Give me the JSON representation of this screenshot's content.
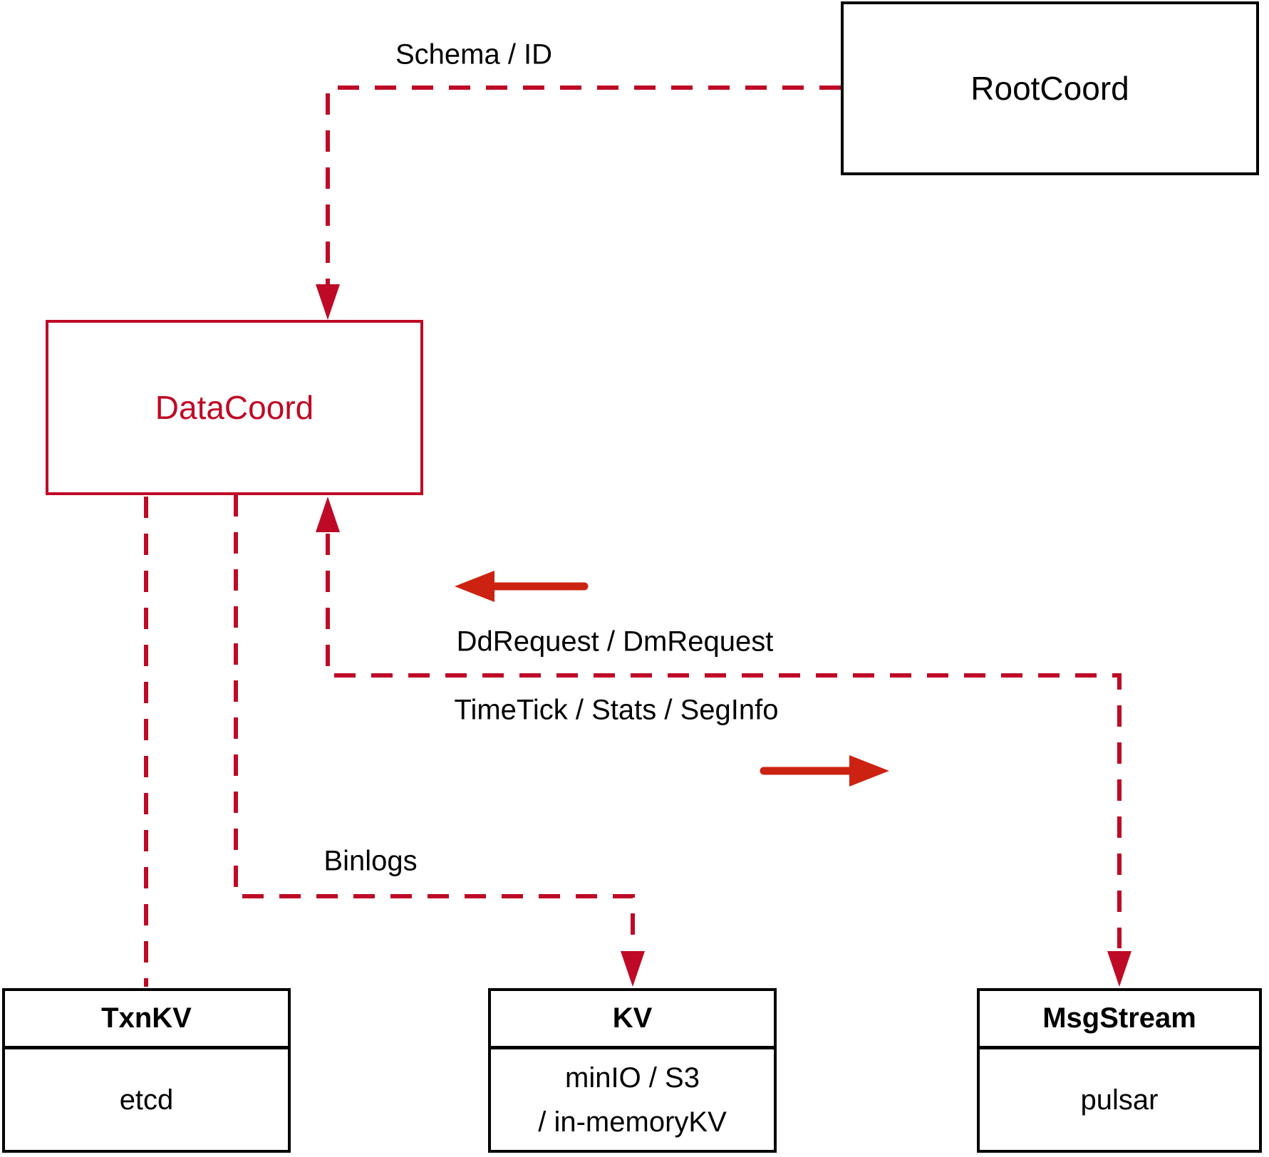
{
  "nodes": {
    "rootcoord": {
      "label": "RootCoord"
    },
    "datacoord": {
      "label": "DataCoord"
    },
    "txnkv": {
      "title": "TxnKV",
      "content": "etcd"
    },
    "kv": {
      "title": "KV",
      "content_line1": "minIO / S3",
      "content_line2": "/ in-memoryKV"
    },
    "msgstream": {
      "title": "MsgStream",
      "content": "pulsar"
    }
  },
  "edges": {
    "schema_id_label": "Schema / ID",
    "ddrequest_label": "DdRequest / DmRequest",
    "timetick_label": "TimeTick / Stats / SegInfo",
    "binlogs_label": "Binlogs"
  },
  "colors": {
    "crimson": "#BE0A26",
    "vermilion": "#CC2211",
    "ink": "#000000",
    "background": "#FFFFFF"
  }
}
